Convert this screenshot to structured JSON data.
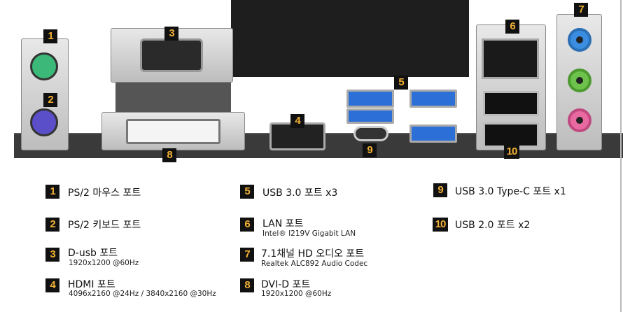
{
  "colors": {
    "badge_bg": "#111111",
    "badge_text": "#f2b134",
    "ps2_mouse": "#3cb878",
    "ps2_keyboard": "#5a4fc8",
    "usb3": "#2c6fd6",
    "audio_blue": "#3a8de0",
    "audio_green": "#6cc24a",
    "audio_pink": "#e86aa0"
  },
  "callouts": [
    "1",
    "2",
    "3",
    "4",
    "5",
    "6",
    "7",
    "8",
    "9",
    "10"
  ],
  "legend": [
    {
      "num": "1",
      "title": "PS/2 마우스 포트"
    },
    {
      "num": "2",
      "title": "PS/2 키보드 포트"
    },
    {
      "num": "3",
      "title": "D-usb 포트",
      "sub": "1920x1200 @60Hz"
    },
    {
      "num": "4",
      "title": "HDMI 포트",
      "sub": "4096x2160 @24Hz / 3840x2160 @30Hz"
    },
    {
      "num": "5",
      "title": "USB 3.0 포트 x3"
    },
    {
      "num": "6",
      "title": "LAN 포트",
      "sub": "Intel® I219V Gigabit LAN"
    },
    {
      "num": "7",
      "title": "7.1채널 HD 오디오 포트",
      "sub": "Realtek ALC892 Audio Codec"
    },
    {
      "num": "8",
      "title": "DVI-D 포트",
      "sub": "1920x1200 @60Hz"
    },
    {
      "num": "9",
      "title": "USB 3.0 Type-C 포트 x1"
    },
    {
      "num": "10",
      "title": "USB 2.0 포트 x2"
    }
  ]
}
